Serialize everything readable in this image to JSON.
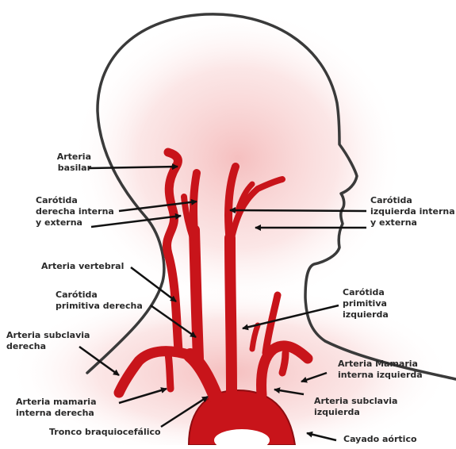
{
  "labels": {
    "arteria_basilar": [
      "Arteria",
      "basilar"
    ],
    "carotida_derecha": [
      "Carótida",
      "derecha interna",
      "y externa"
    ],
    "carotida_izquierda": [
      "Carótida",
      "izquierda interna",
      "y externa"
    ],
    "arteria_vertebral": [
      "Arteria vertebral"
    ],
    "carotida_primitiva_derecha": [
      "Carótida",
      "primitiva derecha"
    ],
    "carotida_primitiva_izquierda": [
      "Carótida",
      "primitiva",
      "izquierda"
    ],
    "arteria_subclavia_derecha": [
      "Arteria subclavia",
      "derecha"
    ],
    "arteria_mamaria_izquierda": [
      "Arteria Mamaria",
      "interna izquierda"
    ],
    "arteria_mamaria_derecha": [
      "Arteria mamaria",
      "interna derecha"
    ],
    "arteria_subclavia_izquierda": [
      "Arteria subclavia",
      "izquierda"
    ],
    "tronco_braquiocefalico": [
      "Tronco braquiocefálico"
    ],
    "cayado_aortico": [
      "Cayado aórtico"
    ]
  },
  "colors": {
    "artery": "#c8141a",
    "artery_dark": "#8f0c10",
    "outline": "#3a3a3a",
    "glow": "#f4b8b8",
    "arrow": "#111111"
  }
}
